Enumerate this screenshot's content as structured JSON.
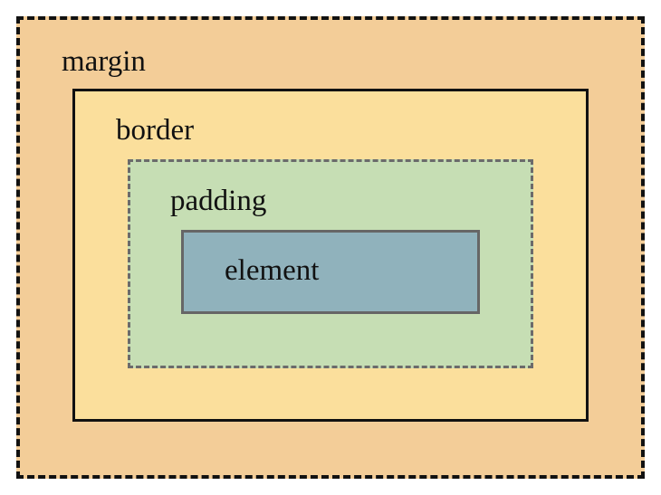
{
  "layers": {
    "margin": {
      "label": "margin",
      "fill": "#f3cd98"
    },
    "border": {
      "label": "border",
      "fill": "#fbdf9c"
    },
    "padding": {
      "label": "padding",
      "fill": "#c6deb4"
    },
    "element": {
      "label": "element",
      "fill": "#90b2bc"
    }
  }
}
